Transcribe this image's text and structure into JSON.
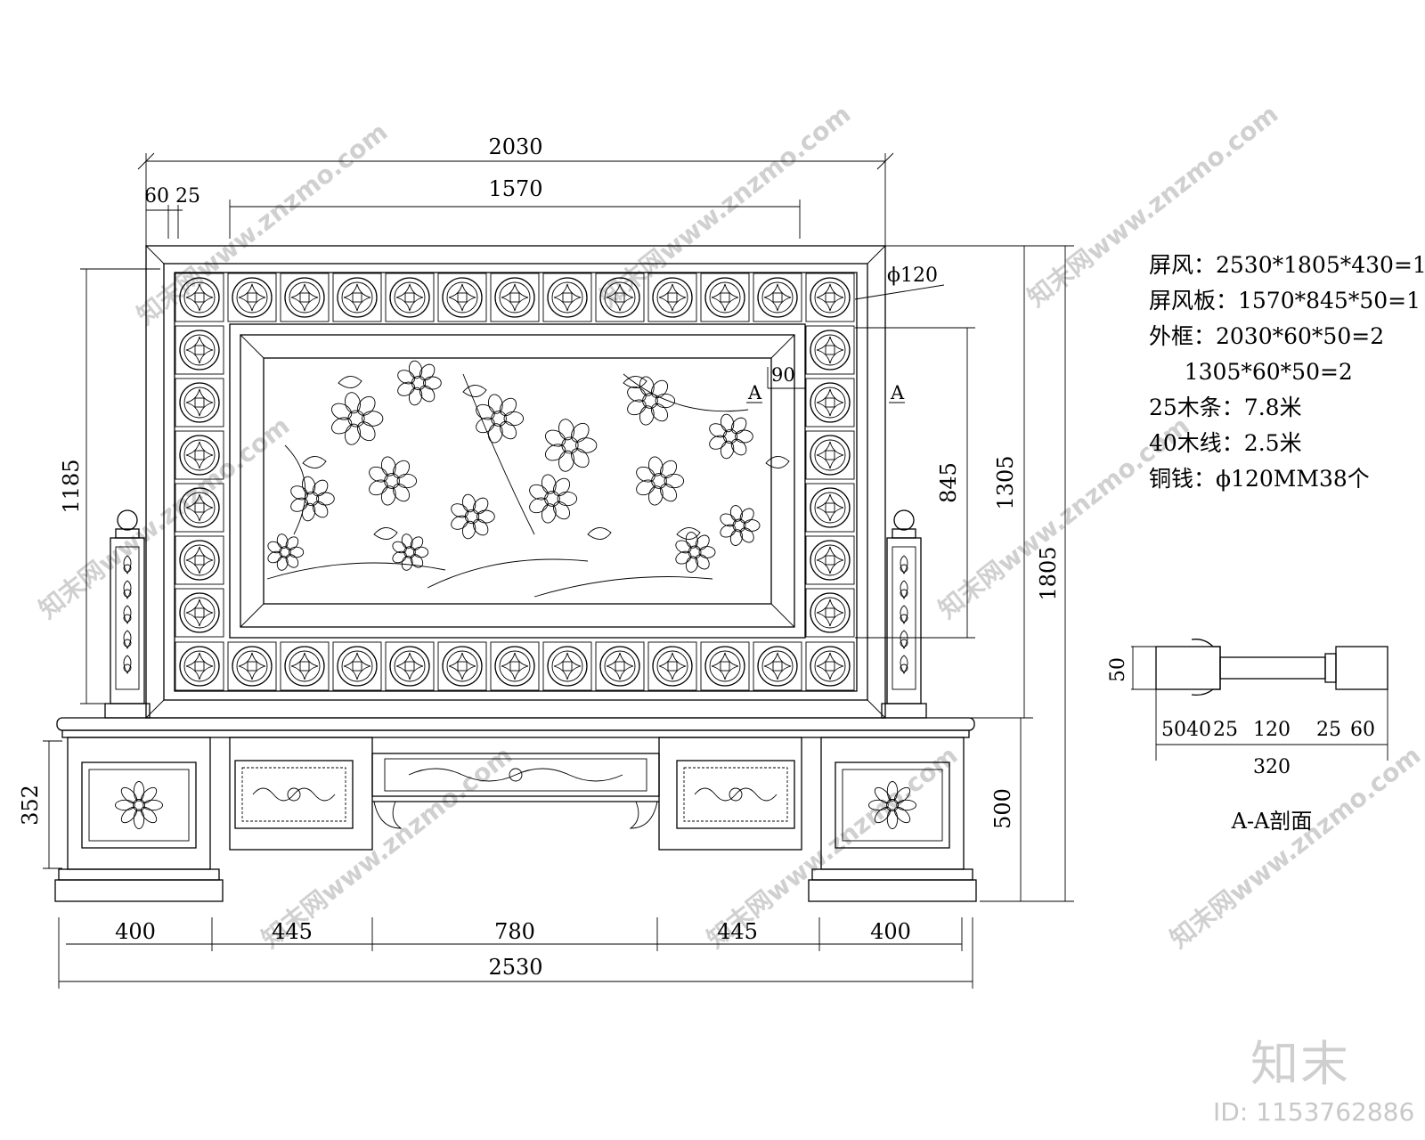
{
  "dimensions": {
    "top_total": "2030",
    "top_inner": "1570",
    "top_frame_a": "60",
    "top_frame_b": "25",
    "left_height": "1185",
    "right_inner": "845",
    "right_frame": "1305",
    "right_total": "1805",
    "base_left": "352",
    "base_right": "500",
    "coin_dia": "ϕ120",
    "panel_gap": "90",
    "section_mark_left": "A",
    "section_mark_right": "A",
    "bottom_segments": [
      "400",
      "445",
      "780",
      "445",
      "400"
    ],
    "bottom_total": "2530"
  },
  "section": {
    "height": "50",
    "segments": [
      "50",
      "40",
      "25",
      "120",
      "25",
      "60"
    ],
    "total": "320",
    "caption": "A-A剖面"
  },
  "notes": [
    "屏风：2530*1805*430=1",
    "屏风板：1570*845*50=1",
    "外框：2030*60*50=2",
    "     1305*60*50=2",
    "25木条：7.8米",
    "40木线：2.5米",
    "铜钱：ϕ120MM38个"
  ],
  "watermark_text": "知末网www.znzmo.com",
  "brand": "知末",
  "image_id": "ID: 1153762886"
}
